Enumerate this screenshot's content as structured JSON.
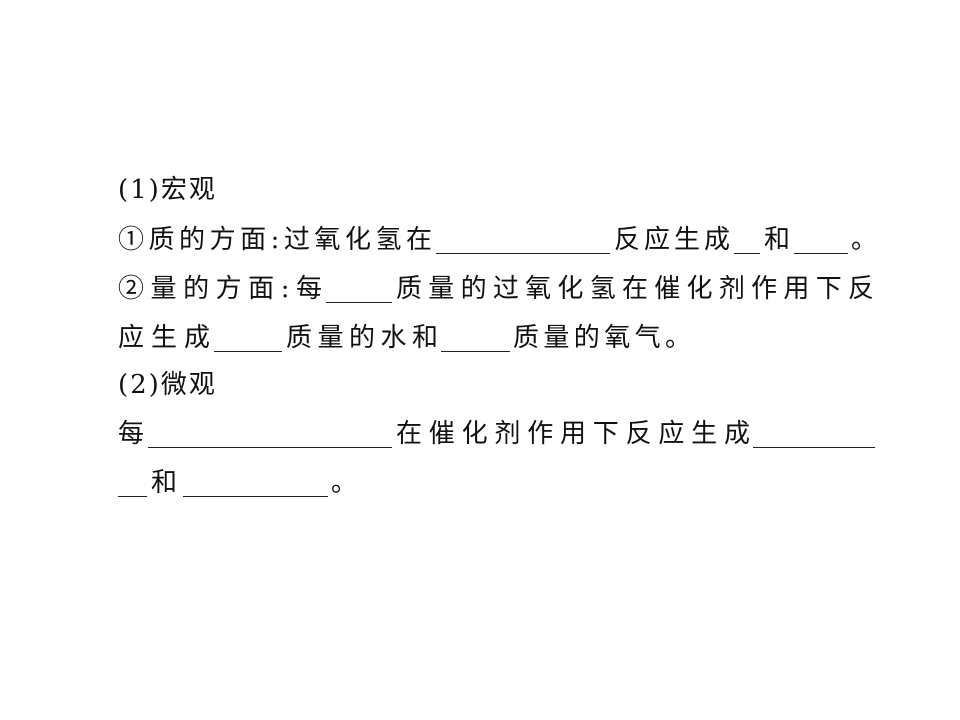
{
  "macro": {
    "heading": "(1)宏观",
    "quality": {
      "prefix": "①质的方面:过氧化氢在",
      "mid": "反应生成",
      "and": "和",
      "end": "。"
    },
    "quantity": {
      "prefix": "②量的方面:每",
      "line1_rest": "质量的过氧化氢在催化剂作用下反",
      "line2_start": "应生成",
      "mid": "质量的水和",
      "end": "质量的氧气。"
    }
  },
  "micro": {
    "heading": "(2)微观",
    "prefix": "每",
    "mid": "在催化剂作用下反应生成",
    "and": "和",
    "end": "。"
  }
}
